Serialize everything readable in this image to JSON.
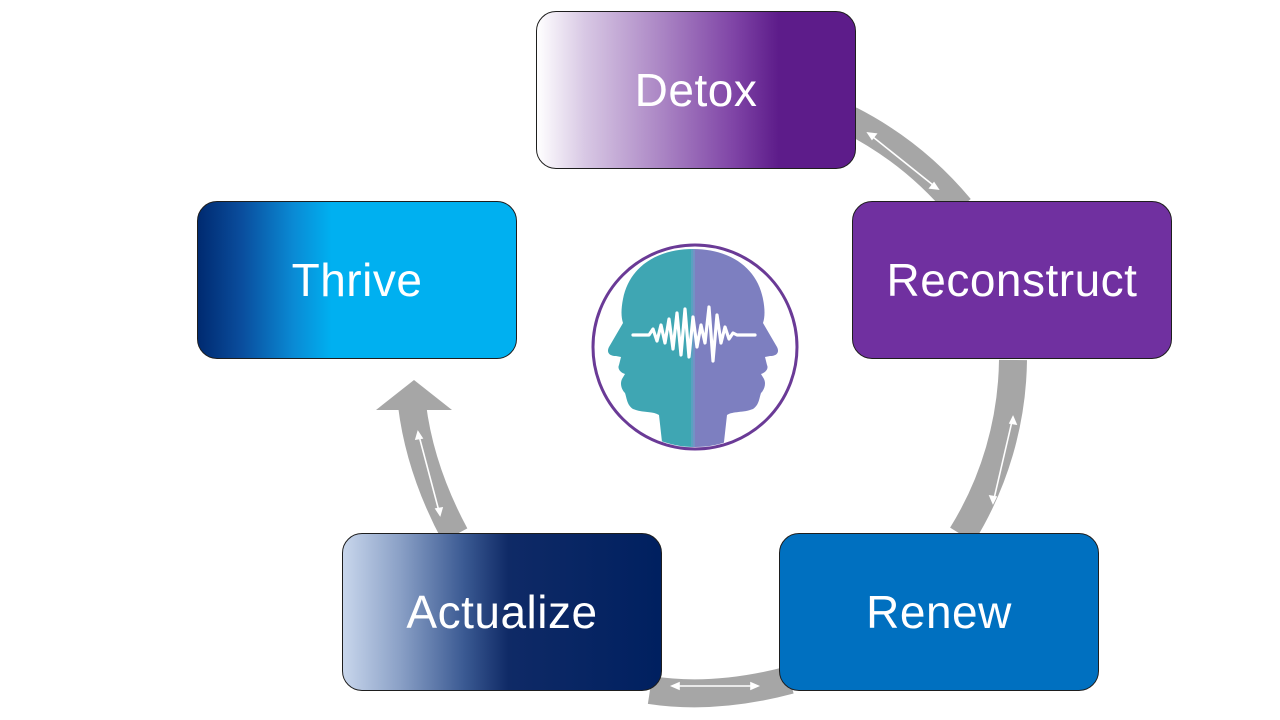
{
  "stages": [
    {
      "id": "detox",
      "label": "Detox"
    },
    {
      "id": "reconstruct",
      "label": "Reconstruct"
    },
    {
      "id": "renew",
      "label": "Renew"
    },
    {
      "id": "actualize",
      "label": "Actualize"
    },
    {
      "id": "thrive",
      "label": "Thrive"
    }
  ],
  "colors": {
    "ring": "#a6a6a6",
    "reconstruct": "#7030a0",
    "renew": "#0070c0",
    "thrive": "#00b0f0",
    "actualize": "#002060",
    "detox": "#5d1c8a",
    "logo_teal": "#3fa6b3",
    "logo_violet": "#7d7fc0",
    "logo_ring": "#6a3a96"
  },
  "icons": {
    "center": "two-heads-soundwave-icon",
    "connector": "double-headed-arrow-icon"
  }
}
